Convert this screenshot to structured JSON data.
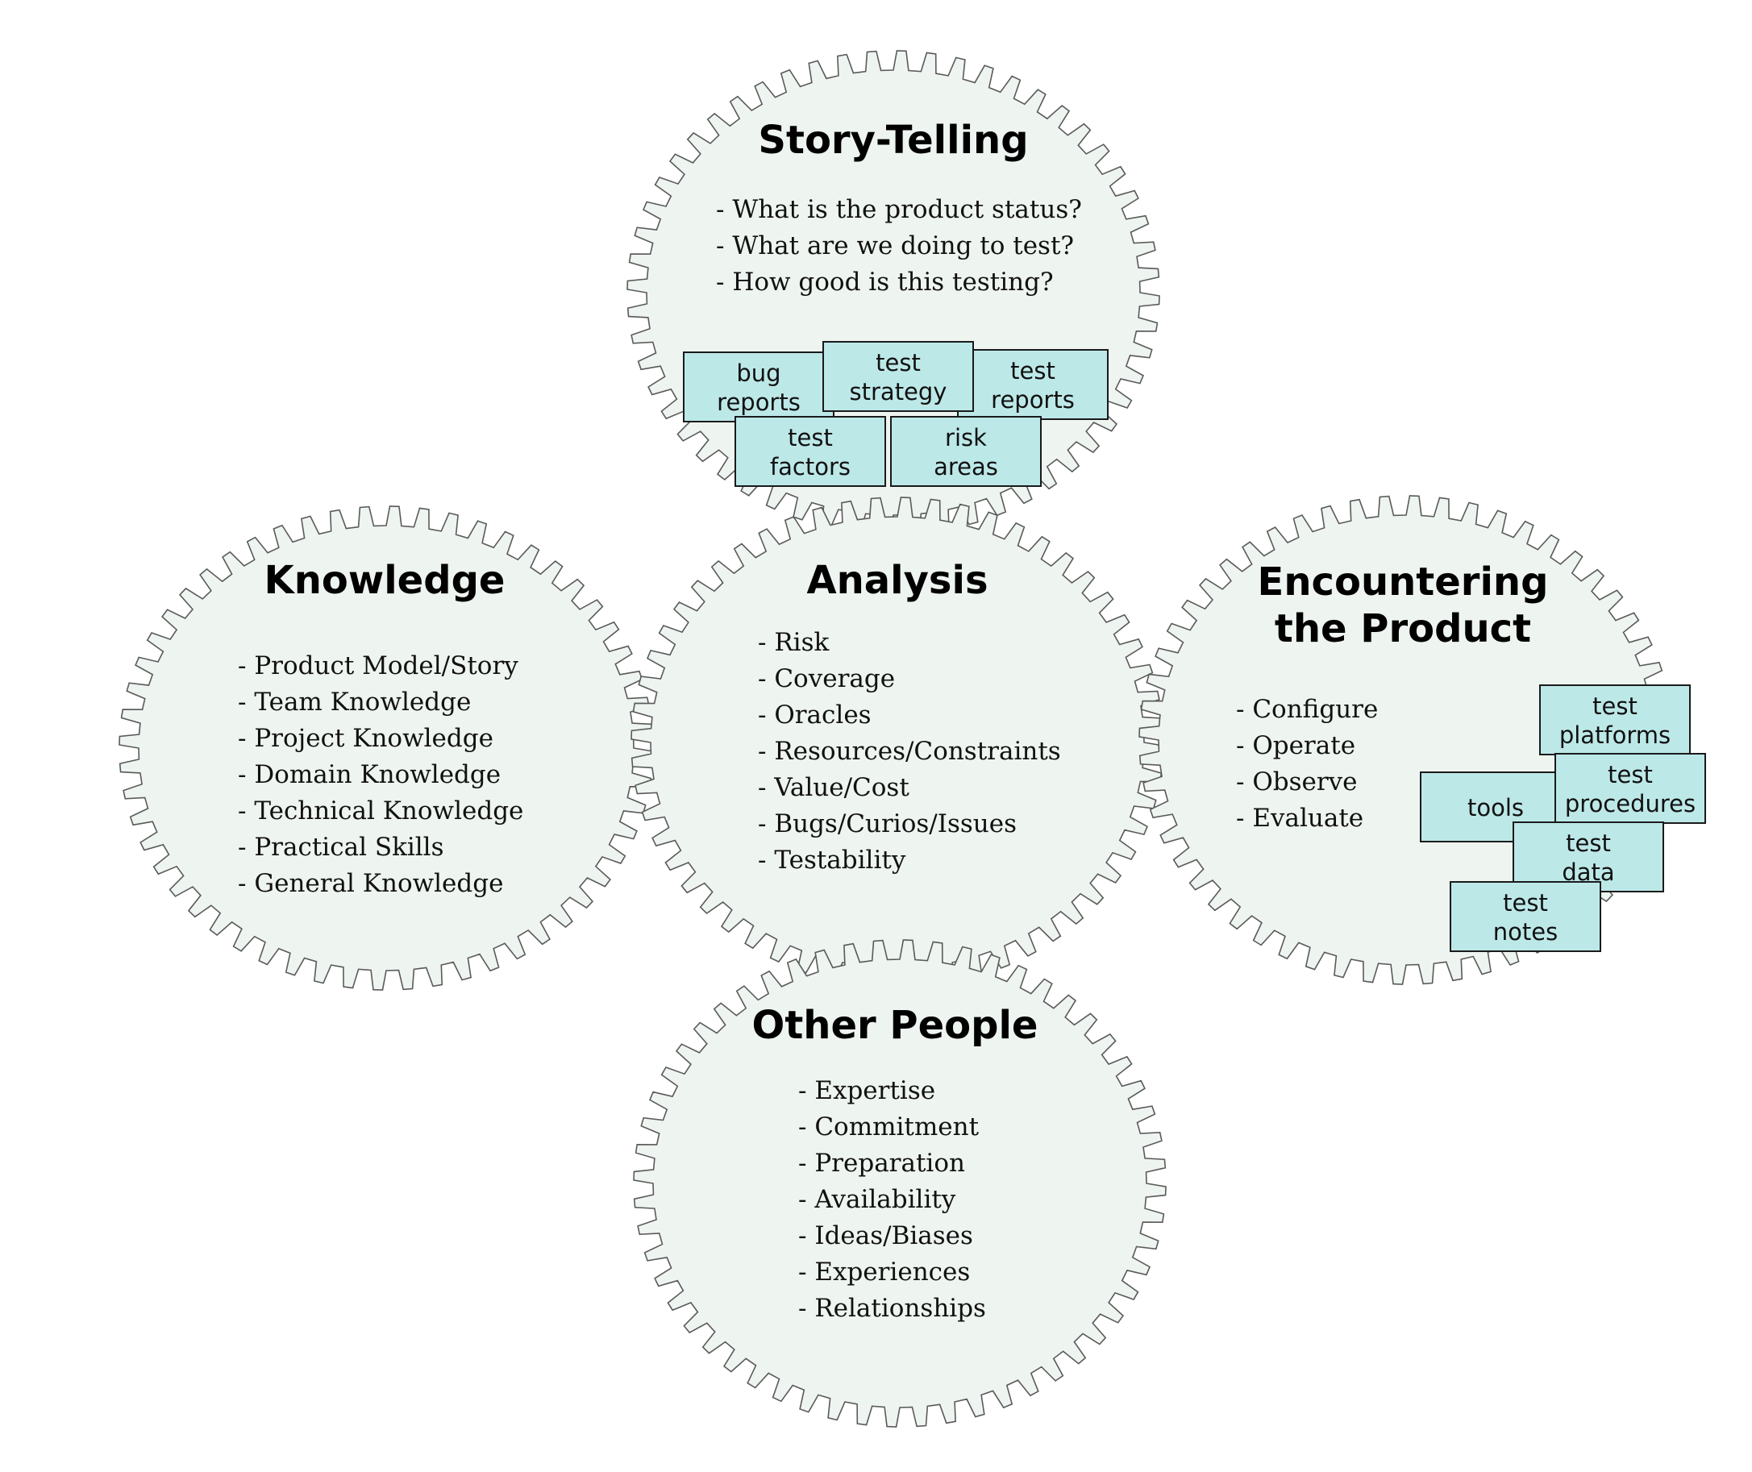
{
  "colors": {
    "gear_fill": "#eef4f0",
    "gear_stroke": "#5a5a5a",
    "card_fill": "#bde8e8",
    "card_stroke": "#1a1a1a",
    "text": "#000000"
  },
  "gears": {
    "story_telling": {
      "title": [
        "Story-Telling"
      ],
      "items": [
        "- What is the product status?",
        "- What are we doing to test?",
        "- How good is this testing?"
      ]
    },
    "knowledge": {
      "title": [
        "Knowledge"
      ],
      "items": [
        "- Product Model/Story",
        "- Team Knowledge",
        "- Project Knowledge",
        "- Domain Knowledge",
        "- Technical Knowledge",
        "- Practical Skills",
        "- General Knowledge"
      ]
    },
    "analysis": {
      "title": [
        "Analysis"
      ],
      "items": [
        "- Risk",
        "- Coverage",
        "- Oracles",
        "- Resources/Constraints",
        "- Value/Cost",
        "- Bugs/Curios/Issues",
        "- Testability"
      ]
    },
    "encountering": {
      "title": [
        "Encountering",
        "the Product"
      ],
      "items": [
        "- Configure",
        "- Operate",
        "- Observe",
        "- Evaluate"
      ]
    },
    "other_people": {
      "title": [
        "Other People"
      ],
      "items": [
        "- Expertise",
        "- Commitment",
        "- Preparation",
        "- Availability",
        "- Ideas/Biases",
        "- Experiences",
        "- Relationships"
      ]
    }
  },
  "cards": {
    "bug_reports": [
      "bug",
      "reports"
    ],
    "test_strategy": [
      "test",
      "strategy"
    ],
    "test_reports": [
      "test",
      "reports"
    ],
    "test_factors": [
      "test",
      "factors"
    ],
    "risk_areas": [
      "risk",
      "areas"
    ],
    "test_platforms": [
      "test",
      "platforms"
    ],
    "tools": [
      "tools"
    ],
    "test_procedures": [
      "test",
      "procedures"
    ],
    "test_data": [
      "test",
      "data"
    ],
    "test_notes": [
      "test",
      "notes"
    ]
  }
}
